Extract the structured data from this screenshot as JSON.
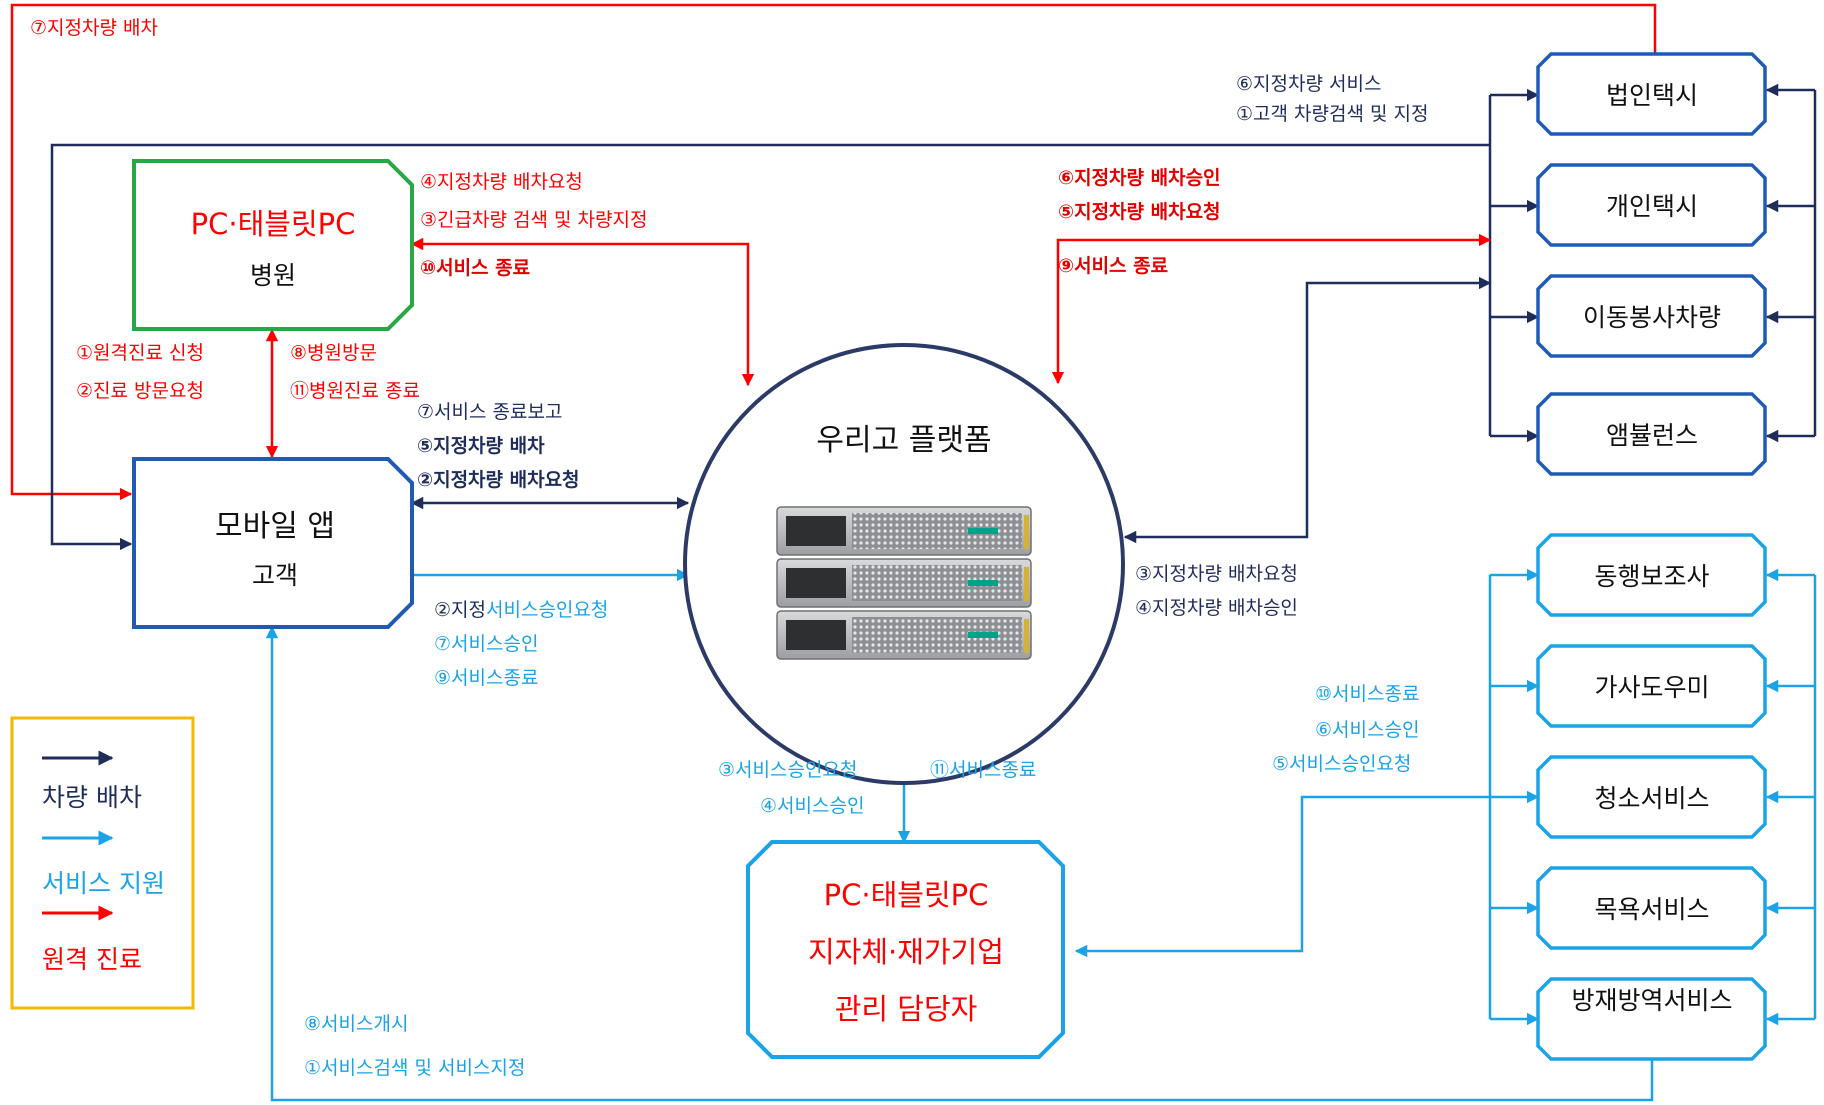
{
  "colors": {
    "navy": "#1f2d5a",
    "red": "#ff0000",
    "cyan": "#1aa3e6",
    "blue_border": "#1f5bb5",
    "green_border": "#27a844",
    "legend_border": "#f5b800"
  },
  "nodes": {
    "hospital": {
      "title": "PC·태블릿PC",
      "subtitle": "병원"
    },
    "mobile": {
      "title": "모바일 앱",
      "subtitle": "고객"
    },
    "platform": {
      "title": "우리고 플랫폼",
      "image": "server-rack-icon"
    },
    "local_gov": {
      "line1": "PC·태블릿PC",
      "line2": "지자체·재가기업",
      "line3": "관리 담당자"
    },
    "vehicles": [
      "법인택시",
      "개인택시",
      "이동봉사차량",
      "앰뷸런스"
    ],
    "services": [
      "동행보조사",
      "가사도우미",
      "청소서비스",
      "목욕서비스",
      "방재방역서비스"
    ]
  },
  "labels": {
    "top_dispatch": "⑦지정차량 배차",
    "vehicle_service": "⑥지정차량 서비스",
    "customer_search": "①고객 차량검색 및 지정",
    "hosp_dispatch_req": "④지정차량 배차요청",
    "hosp_search": "③긴급차량 검색 및 차량지정",
    "hosp_end": "⑩서비스 종료",
    "veh_approve": "⑥지정차량 배차승인",
    "veh_req": "⑤지정차량 배차요청",
    "veh_end": "⑨서비스 종료",
    "remote_apply": "①원격진료 신청",
    "visit_req": "②진료 방문요청",
    "hosp_visit": "⑧병원방문",
    "hosp_done": "⑪병원진료 종료",
    "svc_end_report": "⑦서비스 종료보고",
    "dispatch5": "⑤지정차량 배차",
    "dispatch_req2": "②지정차량 배차요청",
    "right_req3": "③지정차량 배차요청",
    "right_approve4": "④지정차량 배차승인",
    "svc_approve_req2_a": "②지정",
    "svc_approve_req2_b": "서비스승인요청",
    "svc_approve7": "⑦서비스승인",
    "svc_end9": "⑨서비스종료",
    "svc_end10": "⑩서비스종료",
    "svc_approve6": "⑥서비스승인",
    "svc_approve_req5": "⑤서비스승인요청",
    "svc_approve_req3": "③서비스승인요청",
    "svc_approve4": "④서비스승인",
    "svc_end11": "⑪서비스종료",
    "svc_start8": "⑧서비스개시",
    "svc_search1": "①서비스검색 및 서비스지정"
  },
  "legend": {
    "vehicle": "차량 배차",
    "service": "서비스 지원",
    "remote": "원격 진료"
  }
}
